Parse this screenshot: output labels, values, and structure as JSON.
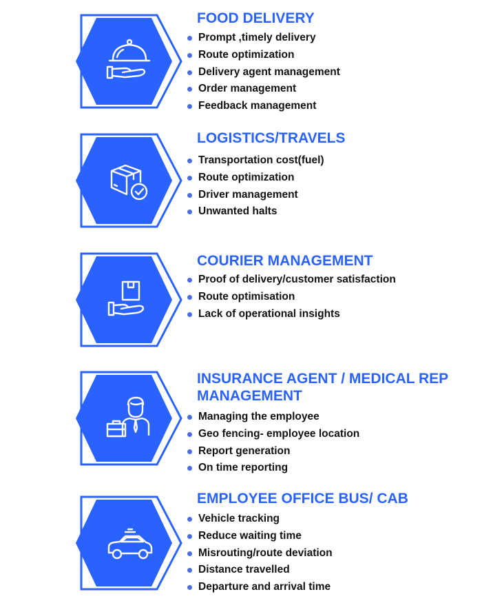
{
  "colors": {
    "accent": "#2962ff",
    "hex_fill": "#2962ff",
    "hex_outline": "#2962ff",
    "bullet": "#4a6ee0",
    "text": "#111111"
  },
  "sections": [
    {
      "icon": "food-cloche-hand-icon",
      "title": "FOOD DELIVERY",
      "items": [
        "Prompt ,timely delivery",
        "Route optimization",
        "Delivery agent management",
        "Order management",
        "Feedback management"
      ]
    },
    {
      "icon": "package-check-icon",
      "title": "LOGISTICS/TRAVELS",
      "items": [
        "Transportation cost(fuel)",
        "Route optimization",
        "Driver management",
        "Unwanted halts"
      ]
    },
    {
      "icon": "hand-box-icon",
      "title": "COURIER MANAGEMENT",
      "items": [
        "Proof of delivery/customer satisfaction",
        "Route optimisation",
        "Lack of operational insights"
      ]
    },
    {
      "icon": "agent-briefcase-icon",
      "title_line1": "INSURANCE AGENT / MEDICAL REP",
      "title_line2": "MANAGEMENT",
      "items": [
        "Managing the employee",
        "Geo fencing- employee location",
        "Report generation",
        "On time reporting"
      ]
    },
    {
      "icon": "car-icon",
      "title": "EMPLOYEE OFFICE BUS/ CAB",
      "items": [
        "Vehicle tracking",
        "Reduce waiting time",
        "Misrouting/route deviation",
        "Distance travelled",
        "Departure and arrival time"
      ]
    }
  ]
}
